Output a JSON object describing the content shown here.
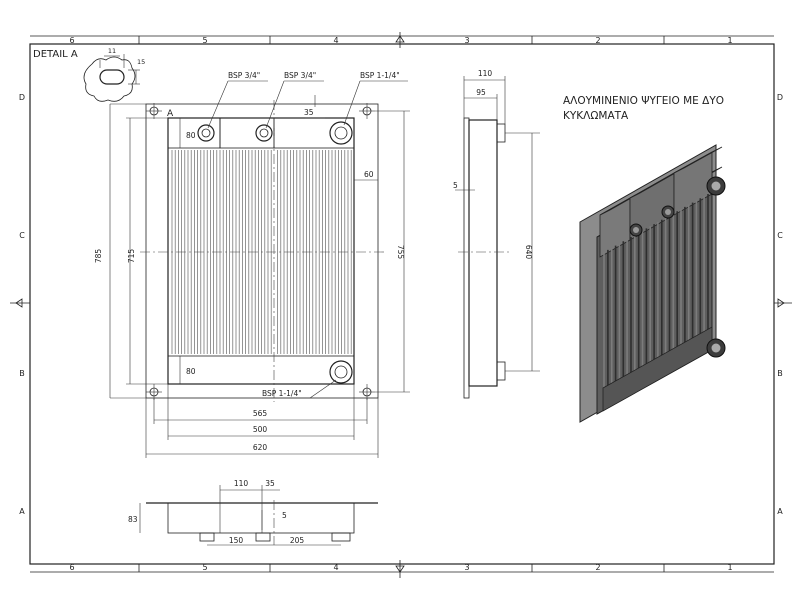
{
  "title_block": {
    "greek_title_line1": "ΑΛΟΥΜΙΝΕΝΙΟ ΨΥΓΕΙΟ ΜΕ ΔΥΟ",
    "greek_title_line2": "ΚΥΚΛΩΜΑΤΑ"
  },
  "grid": {
    "columns": [
      "6",
      "5",
      "4",
      "3",
      "2",
      "1"
    ],
    "rows": [
      "D",
      "C",
      "B",
      "A"
    ]
  },
  "detail": {
    "label": "DETAIL A",
    "marker": "A",
    "dim_width": "11",
    "dim_height": "15"
  },
  "ports": {
    "top_left": "BSP 3/4\"",
    "top_middle": "BSP 3/4\"",
    "top_right": "BSP 1-1/4\"",
    "bottom_right": "BSP 1-1/4\""
  },
  "front_view_dims": {
    "overall_height": "785",
    "core_height": "715",
    "mount_height": "755",
    "top_tank": "80",
    "bottom_tank": "80",
    "port_offset_top": "35",
    "side_offset": "60",
    "width_565": "565",
    "width_500": "500",
    "width_620": "620"
  },
  "side_view_dims": {
    "depth_110": "110",
    "depth_95": "95",
    "plate": "5",
    "height_640": "640"
  },
  "bottom_view_dims": {
    "d110": "110",
    "d35": "35",
    "d83": "83",
    "d5": "5",
    "d150": "150",
    "d205": "205"
  }
}
